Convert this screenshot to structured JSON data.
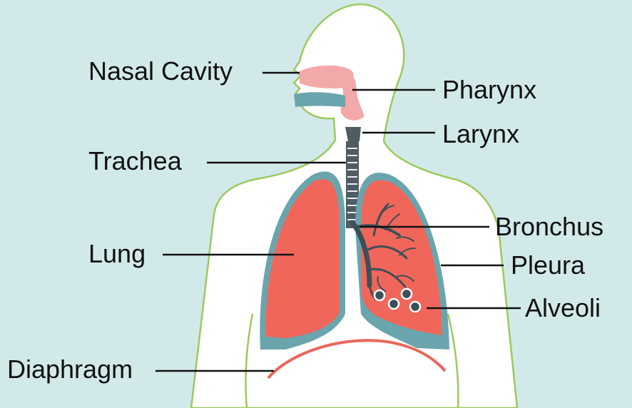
{
  "colors": {
    "background": "#d2e9ea",
    "body_fill": "#ffffff",
    "body_outline": "#9cc95b",
    "lung_fill": "#f1665a",
    "pleura": "#6aa5ad",
    "nasal_pink": "#f3a8aa",
    "airway_teal": "#6aa5ad",
    "trachea_dark": "#4f5c63",
    "bronchi_dark": "#3f4e57",
    "diaphragm": "#e8675c",
    "leader_line": "#111111"
  },
  "labels": {
    "nasal_cavity": "Nasal Cavity",
    "pharynx": "Pharynx",
    "larynx": "Larynx",
    "trachea": "Trachea",
    "bronchus": "Bronchus",
    "lung": "Lung",
    "pleura": "Pleura",
    "alveoli": "Alveoli",
    "diaphragm": "Diaphragm"
  }
}
